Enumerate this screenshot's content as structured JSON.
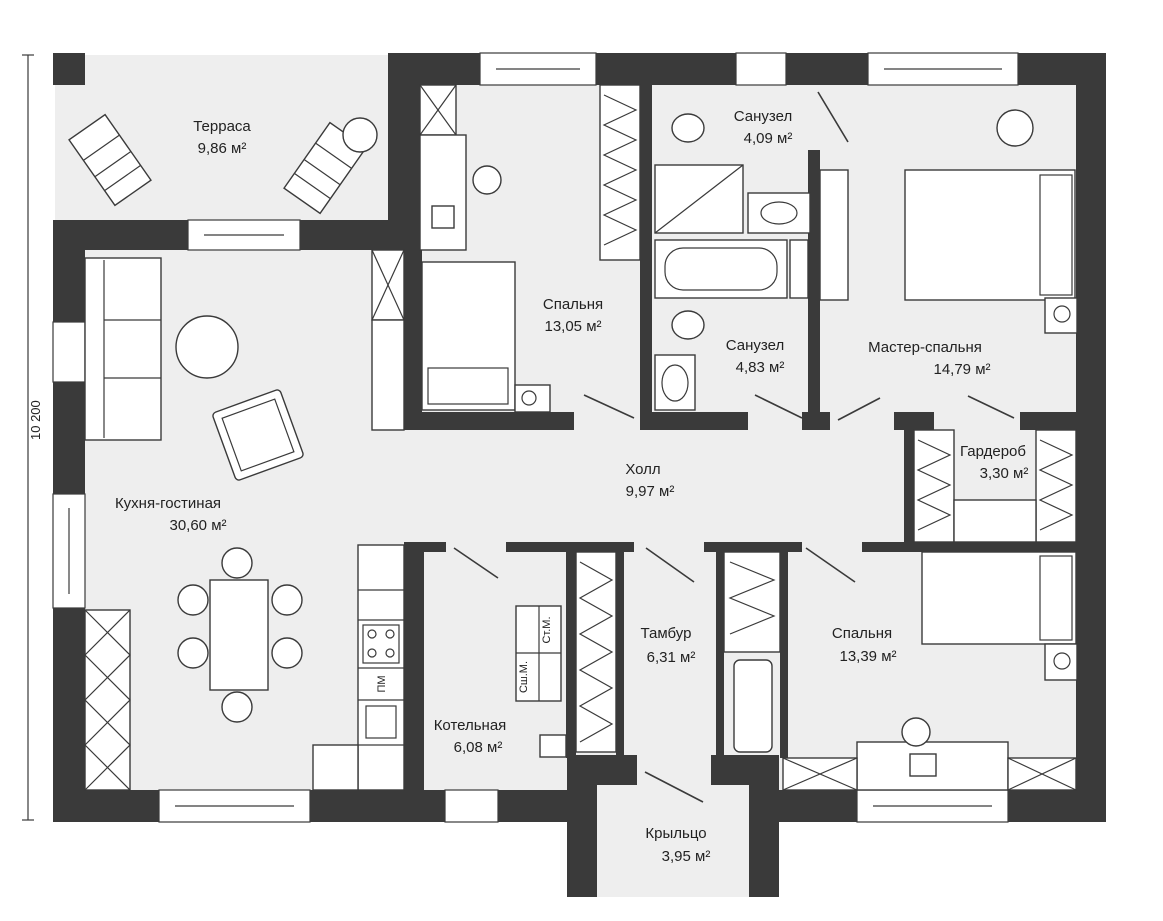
{
  "dimensions": {
    "height_label": "10 200"
  },
  "rooms": [
    {
      "id": "terrace",
      "name": "Терраса",
      "area": "9,86 м²"
    },
    {
      "id": "bedroom1",
      "name": "Спальня",
      "area": "13,05 м²"
    },
    {
      "id": "bath1",
      "name": "Санузел",
      "area": "4,09 м²"
    },
    {
      "id": "bath2",
      "name": "Санузел",
      "area": "4,83 м²"
    },
    {
      "id": "master",
      "name": "Мастер-спальня",
      "area": "14,79 м²"
    },
    {
      "id": "living",
      "name": "Кухня-гостиная",
      "area": "30,60 м²"
    },
    {
      "id": "hall",
      "name": "Холл",
      "area": "9,97 м²"
    },
    {
      "id": "wardrobe",
      "name": "Гардероб",
      "area": "3,30 м²"
    },
    {
      "id": "boiler",
      "name": "Котельная",
      "area": "6,08 м²"
    },
    {
      "id": "vestibule",
      "name": "Тамбур",
      "area": "6,31 м²"
    },
    {
      "id": "bedroom2",
      "name": "Спальня",
      "area": "13,39 м²"
    },
    {
      "id": "porch",
      "name": "Крыльцо",
      "area": "3,95 м²"
    }
  ],
  "appliance_labels": {
    "dryer": "Сш.М.",
    "washer": "Ст.М.",
    "dishwasher": "ПМ"
  },
  "colors": {
    "wall": "#3a3a3a",
    "floor": "#eeeeee",
    "outside": "#ffffff"
  }
}
